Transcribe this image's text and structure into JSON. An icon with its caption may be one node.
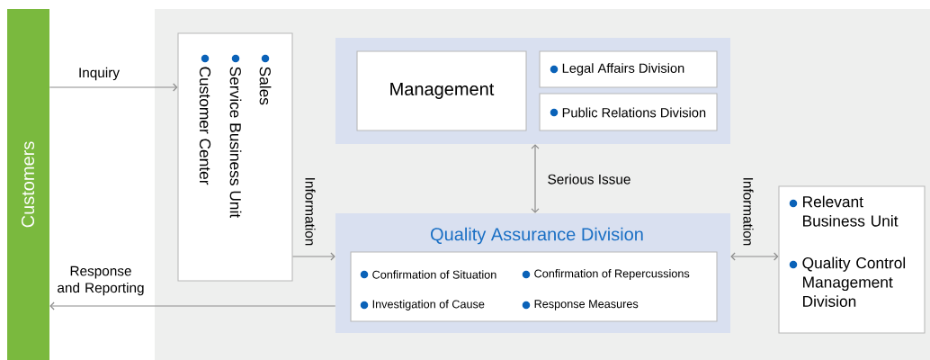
{
  "diagram": {
    "nodes": [
      {
        "text": [
          "Customers"
        ]
      },
      {
        "text": [
          "Sales",
          "Service Business Unit",
          "Customer Center"
        ]
      },
      {
        "text": [],
        "shape": "box"
      },
      {
        "text": [
          "Management"
        ],
        "in": 2
      },
      {
        "text": [
          "Legal Affairs Division"
        ],
        "in": 2
      },
      {
        "text": [
          "Public Relations Division"
        ],
        "in": 2
      },
      {
        "text": [
          "Quality Assurance Division"
        ]
      },
      {
        "text": [
          "Confirmation of Situation",
          "Confirmation of Repercussions",
          "Investigation of Cause",
          "Response Measures"
        ],
        "in": 6
      },
      {
        "text": [
          "Relevant Business Unit",
          "Quality Control Management Division"
        ]
      }
    ],
    "edges": [
      {
        "from": 0,
        "to": 1,
        "arrow": "to",
        "label": "Inquiry"
      },
      {
        "from": 1,
        "to": 6,
        "arrow": "to",
        "label": "Information"
      },
      {
        "from": 2,
        "to": 6,
        "arrow": "both",
        "label": "Serious Issue"
      },
      {
        "from": 6,
        "to": 8,
        "arrow": "both",
        "label": "Information"
      },
      {
        "from": 6,
        "to": 0,
        "arrow": "to",
        "label": "Response and Reporting"
      }
    ]
  }
}
